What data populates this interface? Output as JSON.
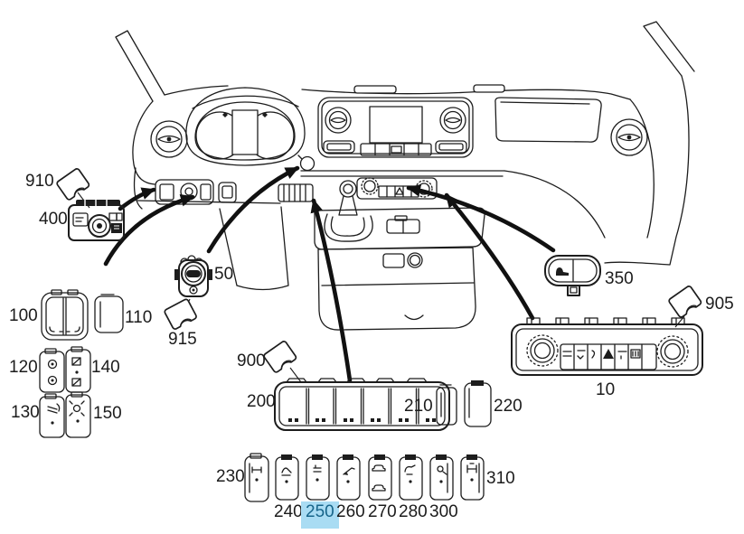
{
  "selected_part": "250",
  "colors": {
    "line": "#1d1d1d",
    "highlight_bg": "#a9dcf3",
    "highlight_text": "#17658a",
    "background": "#ffffff"
  },
  "callouts": [
    {
      "id": "910",
      "label": "910"
    },
    {
      "id": "400",
      "label": "400"
    },
    {
      "id": "100",
      "label": "100"
    },
    {
      "id": "110",
      "label": "110"
    },
    {
      "id": "120",
      "label": "120"
    },
    {
      "id": "140",
      "label": "140"
    },
    {
      "id": "130",
      "label": "130"
    },
    {
      "id": "150",
      "label": "150"
    },
    {
      "id": "50",
      "label": "50"
    },
    {
      "id": "915",
      "label": "915"
    },
    {
      "id": "900",
      "label": "900"
    },
    {
      "id": "200",
      "label": "200"
    },
    {
      "id": "210",
      "label": "210"
    },
    {
      "id": "220",
      "label": "220"
    },
    {
      "id": "230",
      "label": "230"
    },
    {
      "id": "240",
      "label": "240"
    },
    {
      "id": "250",
      "label": "250"
    },
    {
      "id": "260",
      "label": "260"
    },
    {
      "id": "270",
      "label": "270"
    },
    {
      "id": "280",
      "label": "280"
    },
    {
      "id": "300",
      "label": "300"
    },
    {
      "id": "310",
      "label": "310"
    },
    {
      "id": "350",
      "label": "350"
    },
    {
      "id": "905",
      "label": "905"
    },
    {
      "id": "10",
      "label": "10"
    }
  ]
}
